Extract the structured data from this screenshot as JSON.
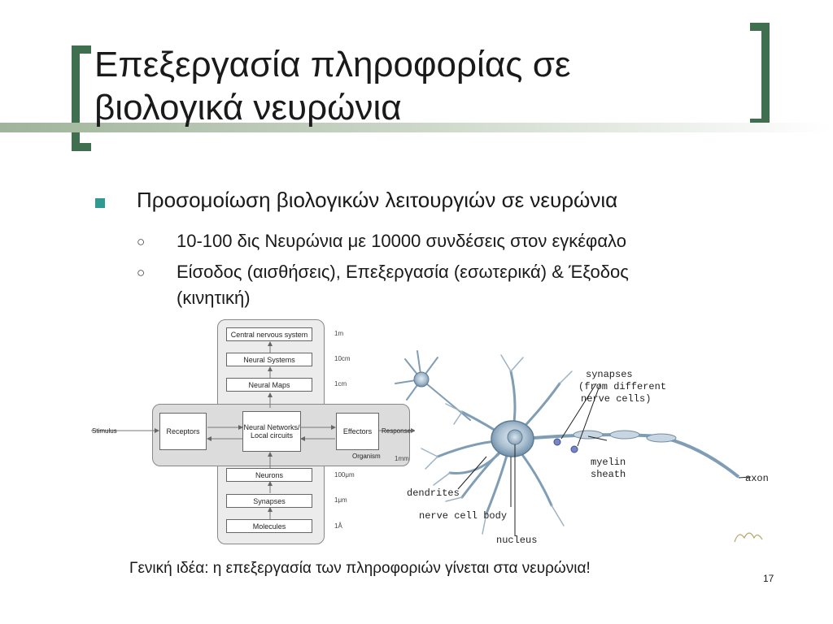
{
  "header": {
    "title_line1": "Επεξεργασία πληροφορίας σε",
    "title_line2": "βιολογικά νευρώνια"
  },
  "bullets": {
    "main": "Προσομοίωση βιολογικών λειτουργιών σε νευρώνια",
    "sub1": "10-100 δις Νευρώνια με 10000 συνδέσεις στον εγκέφαλο",
    "sub2_line1": "Είσοδος (αισθήσεις), Επεξεργασία (εσωτερικά) & Έξοδος",
    "sub2_line2": "(κινητική)",
    "sub_marker": "○"
  },
  "hierarchy": {
    "levels": [
      {
        "label": "Central nervous system",
        "scale": "1m"
      },
      {
        "label": "Neural Systems",
        "scale": "10cm"
      },
      {
        "label": "Neural Maps",
        "scale": "1cm"
      },
      {
        "label": "Neurons",
        "scale": "100μm"
      },
      {
        "label": "Synapses",
        "scale": "1μm"
      },
      {
        "label": "Molecules",
        "scale": "1Å"
      }
    ],
    "receptors": "Receptors",
    "network_line1": "Neural Networks/",
    "network_line2": "Local circuits",
    "effectors": "Effectors",
    "organism": "Organism",
    "organism_scale": "1mm",
    "stimulus": "Stimulus",
    "response": "Response"
  },
  "neuron": {
    "synapses_line1": "synapses",
    "synapses_line2": "(from different",
    "synapses_line3": "nerve cells)",
    "myelin_line1": "myelin",
    "myelin_line2": "sheath",
    "axon": "axon",
    "dendrites": "dendrites",
    "cell_body": "nerve cell body",
    "nucleus": "nucleus"
  },
  "footer": {
    "caption": "Γενική ιδέα: η επεξεργασία των πληροφοριών γίνεται στα νευρώνια!",
    "page_number": "17"
  },
  "colors": {
    "accent_green": "#3f6f4f",
    "bullet_teal": "#2e9a92"
  }
}
